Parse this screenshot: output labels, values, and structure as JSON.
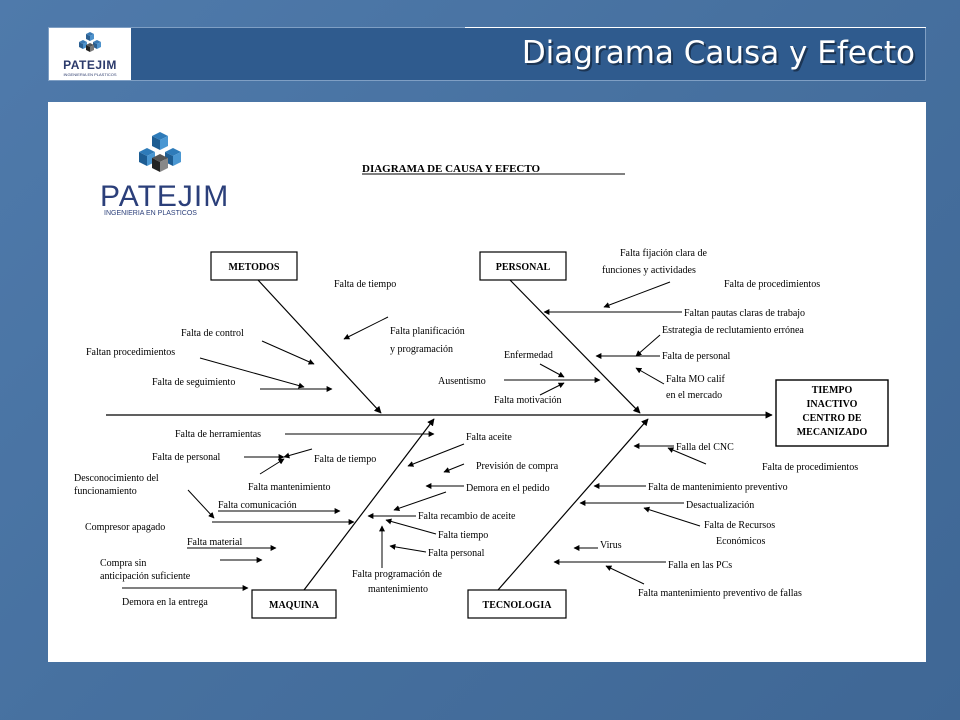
{
  "header": {
    "title": "Diagrama Causa y Efecto",
    "logo_text": "PATEJIM",
    "logo_subtext": "INGENIERIA EN PLASTICOS"
  },
  "diagram": {
    "title": "DIAGRAMA DE CAUSA Y EFECTO",
    "logo_text": "PATEJIM",
    "logo_subtext": "INGENIERIA EN PLASTICOS",
    "effect_lines": [
      "TIEMPO",
      "INACTIVO",
      "CENTRO DE",
      "MECANIZADO"
    ],
    "categories": {
      "metodos": "METODOS",
      "personal": "PERSONAL",
      "maquina": "MAQUINA",
      "tecnologia": "TECNOLOGIA"
    },
    "causes": {
      "metodos": [
        "Falta de tiempo",
        "Falta planificación",
        "y programación",
        "Falta de control",
        "Faltan procedimientos",
        "Falta de seguimiento"
      ],
      "personal": [
        "Falta fijación clara de",
        "funciones y actividades",
        "Falta de procedimientos",
        "Faltan pautas claras de trabajo",
        "Estrategia de reclutamiento errónea",
        "Falta de personal",
        "Enfermedad",
        "Ausentismo",
        "Falta motivación",
        "Falta MO calif",
        "en el mercado"
      ],
      "maquina": [
        "Falta de herramientas",
        "Falta de personal",
        "Falta de tiempo",
        "Falta mantenimiento",
        "Desconocimiento del",
        "funcionamiento",
        "Falta comunicación",
        "Compresor apagado",
        "Falta material",
        "Compra sin",
        "anticipación suficiente",
        "Demora en la entrega",
        "Falta aceite",
        "Previsión de compra",
        "Demora en el pedido",
        "Falta recambio de aceite",
        "Falta tiempo",
        "Falta personal",
        "Falta programación de",
        "mantenimiento"
      ],
      "tecnologia": [
        "Falla del CNC",
        "Falta de procedimientos",
        "Falta de mantenimiento preventivo",
        "Desactualización",
        "Falta de Recursos",
        "Económicos",
        "Virus",
        "Falla en las PCs",
        "Falta mantenimiento preventivo de fallas"
      ]
    }
  }
}
